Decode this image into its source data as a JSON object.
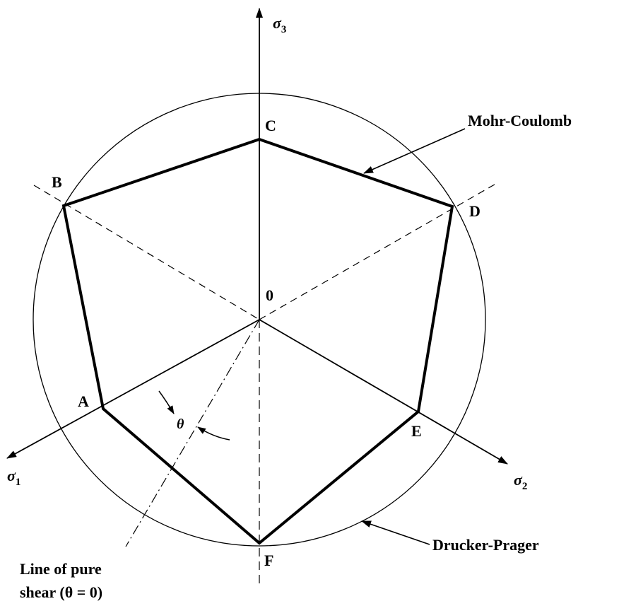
{
  "diagram": {
    "points": {
      "A": "A",
      "B": "B",
      "C": "C",
      "D": "D",
      "E": "E",
      "F": "F",
      "origin": "0"
    },
    "axes": {
      "sigma1": {
        "symbol": "σ",
        "subscript": "1"
      },
      "sigma2": {
        "symbol": "σ",
        "subscript": "2"
      },
      "sigma3": {
        "symbol": "σ",
        "subscript": "3"
      }
    },
    "angle_label": "θ",
    "labels": {
      "mohr_coulomb": "Mohr-Coulomb",
      "drucker_prager": "Drucker-Prager",
      "pure_shear_line1": "Line of pure",
      "pure_shear_line2": "shear (θ = 0)"
    }
  }
}
